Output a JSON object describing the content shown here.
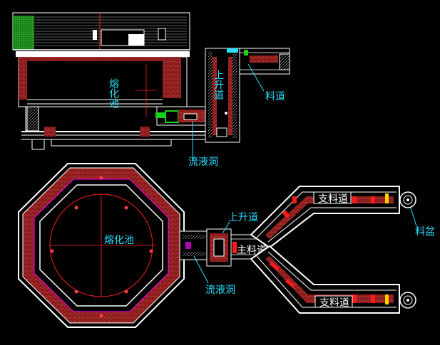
{
  "labels": {
    "top_melting_pool": "熔化池",
    "top_riser": "上升道",
    "top_feed_channel": "料道",
    "top_throat": "流液洞",
    "bottom_melting_pool": "熔化池",
    "bottom_riser": "上升道",
    "bottom_main_channel": "主料道",
    "bottom_throat": "流液洞",
    "branch_channel_upper": "支料道",
    "branch_channel_lower": "支料道",
    "feed_bowl": "料盆"
  },
  "colors": {
    "background": "#000000",
    "wall": "#ffffff",
    "refractory": "#8b1a1a",
    "label": "#29e0ff",
    "leader": "#29e0ff",
    "center_mark": "#ff2020",
    "accent_red": "#ff1a1a",
    "accent_magenta": "#ff00ff",
    "accent_green": "#19d219",
    "accent_yellow": "#ffd200"
  }
}
